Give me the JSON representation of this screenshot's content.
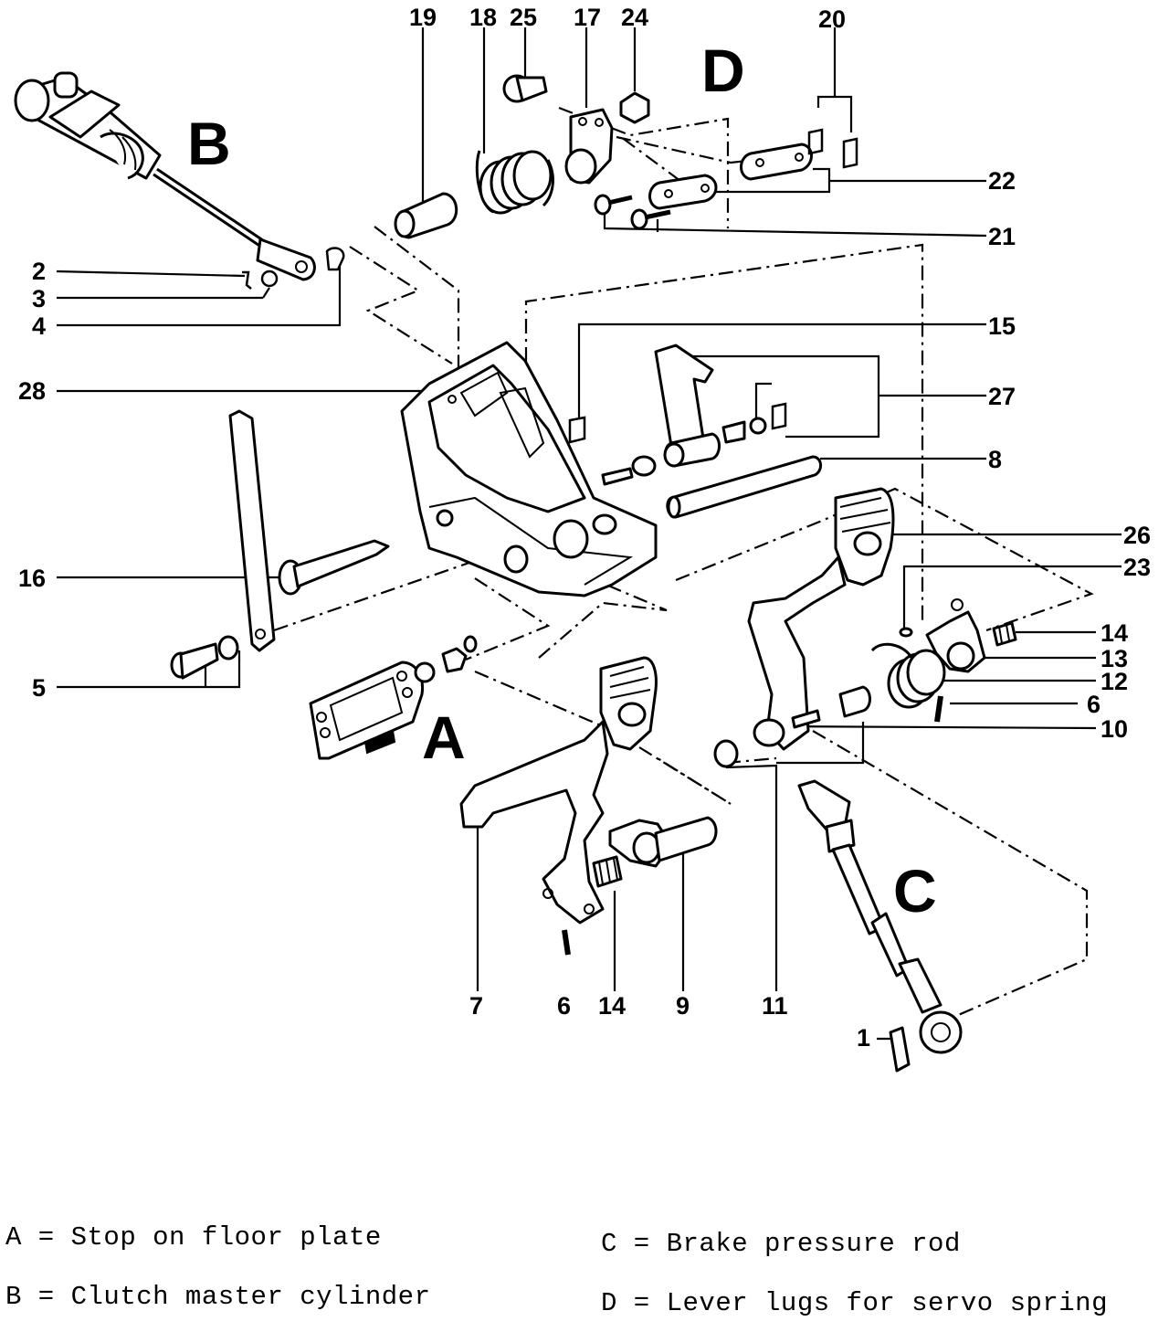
{
  "section_letters": {
    "A": "A",
    "B": "B",
    "C": "C",
    "D": "D"
  },
  "part_numbers": {
    "p1": "1",
    "p2": "2",
    "p3": "3",
    "p4": "4",
    "p5": "5",
    "p6_left": "6",
    "p6_right": "6",
    "p7": "7",
    "p8": "8",
    "p9": "9",
    "p10": "10",
    "p11": "11",
    "p12": "12",
    "p13": "13",
    "p14_left": "14",
    "p14_right": "14",
    "p15": "15",
    "p16": "16",
    "p17": "17",
    "p18": "18",
    "p19": "19",
    "p20": "20",
    "p21": "21",
    "p22": "22",
    "p23": "23",
    "p24": "24",
    "p25": "25",
    "p26": "26",
    "p27": "27",
    "p28": "28"
  },
  "legend": {
    "a": "A = Stop on floor plate",
    "b": "B = Clutch master cylinder",
    "c": "C = Brake pressure rod",
    "d": "D = Lever lugs for servo spring"
  }
}
